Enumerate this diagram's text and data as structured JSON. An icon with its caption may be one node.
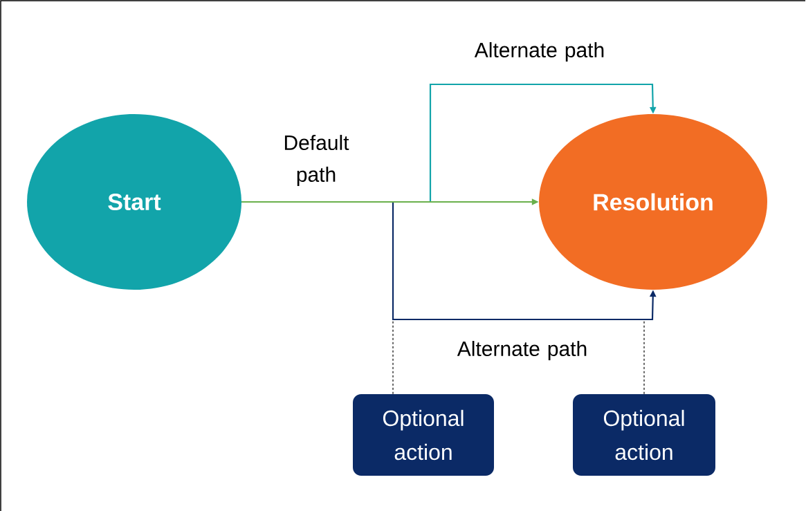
{
  "diagram": {
    "nodes": [
      {
        "text": [
          "Start"
        ]
      },
      {
        "text": [
          "Resolution"
        ]
      },
      {
        "text": [
          "Optional action"
        ]
      },
      {
        "text": [
          "Optional action"
        ]
      }
    ],
    "edges": [
      {
        "from": 0,
        "to": 1,
        "arrow": "to",
        "label": "Default path",
        "color": "#6ab04c"
      },
      {
        "from": 0,
        "to": 1,
        "arrow": "to",
        "label": "Alternate path",
        "color": "#12a4aa"
      },
      {
        "from": 0,
        "to": 1,
        "arrow": "to",
        "label": "Alternate path",
        "color": "#0b2a66"
      },
      {
        "from": 2,
        "to": null,
        "arrow": "none",
        "style": "dashed"
      },
      {
        "from": 3,
        "to": null,
        "arrow": "none",
        "style": "dashed"
      }
    ]
  }
}
